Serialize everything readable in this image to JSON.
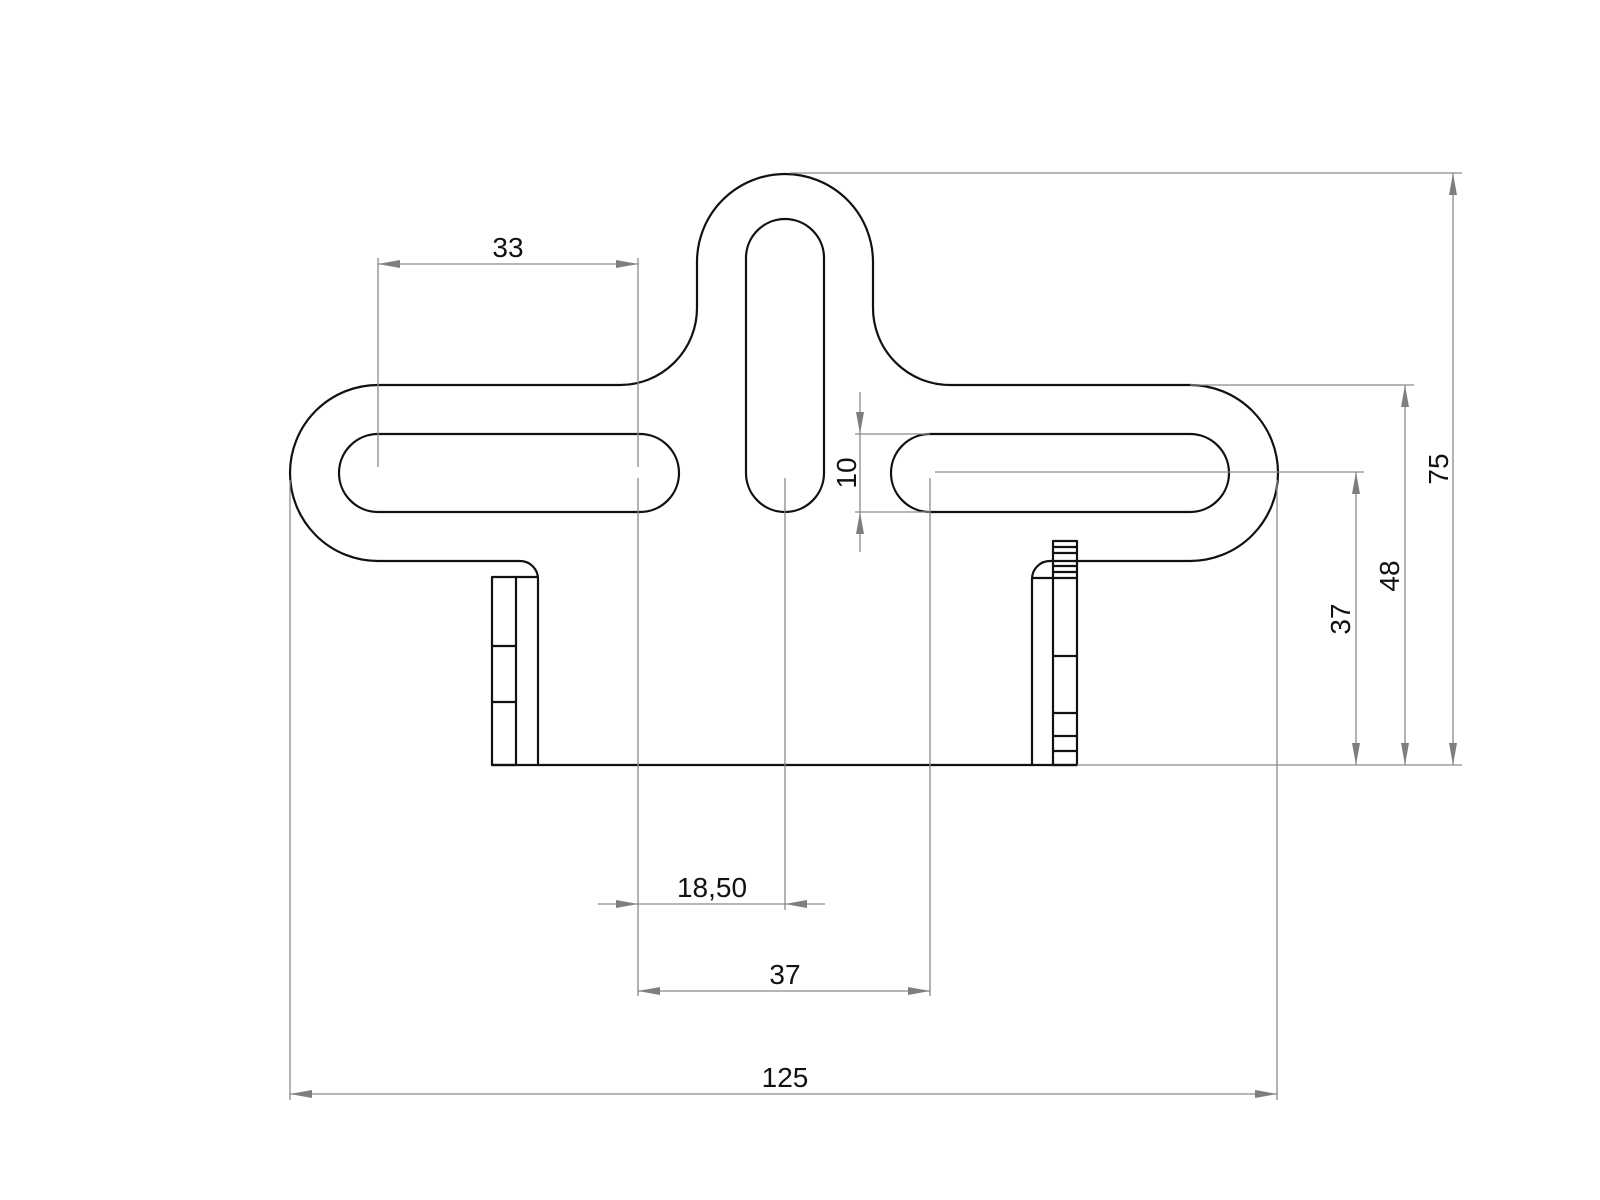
{
  "drawing": {
    "type": "technical-drawing",
    "units": "mm",
    "colors": {
      "outline": "#111111",
      "dimension_line": "#8a8a8a",
      "arrow": "#7e7e7e",
      "background": "#ffffff"
    },
    "dimensions": {
      "slot_length_left": "33",
      "slot_width": "10",
      "overall_height": "75",
      "height_to_arms_top": "48",
      "height_to_slot_center": "37",
      "half_slot_spacing": "18,50",
      "slot_spacing": "37",
      "overall_width": "125"
    }
  }
}
